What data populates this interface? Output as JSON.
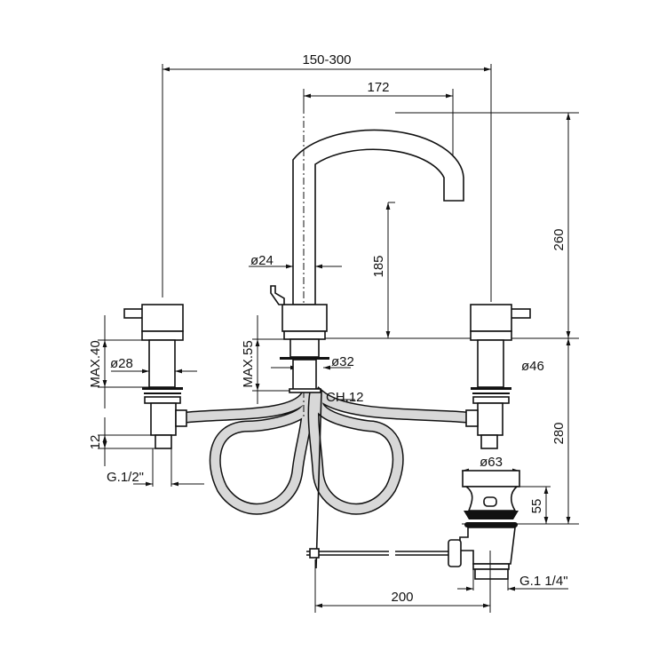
{
  "dimensions": {
    "overall_width": "150-300",
    "spout_reach": "172",
    "total_height": "260",
    "spout_height": "185",
    "spout_diameter": "ø24",
    "handle_max_deck": "MAX.40",
    "handle_diameter": "ø28",
    "spout_max_deck": "MAX.55",
    "spout_base_diameter": "ø32",
    "wrench_size": "CH.12",
    "right_body_diameter": "ø46",
    "below_deck": "280",
    "thread_length": "12",
    "inlet_thread": "G.1/2\"",
    "drain_diameter": "ø63",
    "drain_height": "55",
    "rod_length": "200",
    "drain_thread": "G.1 1/4\""
  }
}
